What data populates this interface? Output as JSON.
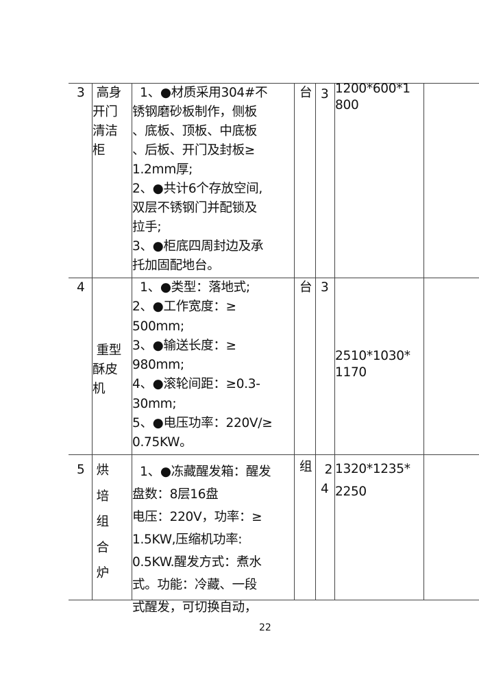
{
  "rows": [
    {
      "no": [
        "3"
      ],
      "name": [
        " 高身",
        "开门",
        "清洁",
        "柜"
      ],
      "spec": [
        "  1、●材质采用304#不",
        "锈钢磨砂板制作，侧板",
        "、底板、顶板、中底板",
        "、后板、开门及封板≥",
        "1.2mm厚;",
        "2、●共计6个存放空间,",
        "双层不锈钢门并配锁及",
        "拉手;",
        "3、●柜底四周封边及承",
        "托加固配地台。"
      ],
      "unit": [
        "台"
      ],
      "qty": [
        "3"
      ],
      "size": [
        "1200*600*1",
        "800"
      ],
      "remark": []
    },
    {
      "no": [
        "4"
      ],
      "name": [
        " 重型",
        "酥皮",
        "机"
      ],
      "spec": [
        "  1、●类型：落地式;",
        "2、●工作宽度：≥",
        "500mm;",
        "3、●输送长度：≥",
        "980mm;",
        "4、●滚轮间距：≥0.3-",
        "30mm;",
        "5、●电压功率：220V/≥",
        "0.75KW。"
      ],
      "unit": [
        "台"
      ],
      "qty": [
        "3"
      ],
      "size": [
        "2510*1030*",
        "1170"
      ],
      "remark": []
    },
    {
      "no": [
        "5"
      ],
      "name": [
        " 烘",
        " 培",
        " 组",
        " 合",
        " 炉"
      ],
      "spec": [
        "  1、●冻藏醒发箱：醒发",
        "盘数：8层16盘",
        "电压：220V，功率：≥",
        "1.5KW,压缩机功率:",
        "0.5KW.醒发方式：煮水",
        "式。功能：冷藏、一段",
        "式醒发，可切换自动，"
      ],
      "unit": [
        "组"
      ],
      "qty": [
        " 2",
        "4"
      ],
      "size": [
        "1320*1235*",
        "2250"
      ],
      "remark": []
    }
  ],
  "page_number": "22"
}
